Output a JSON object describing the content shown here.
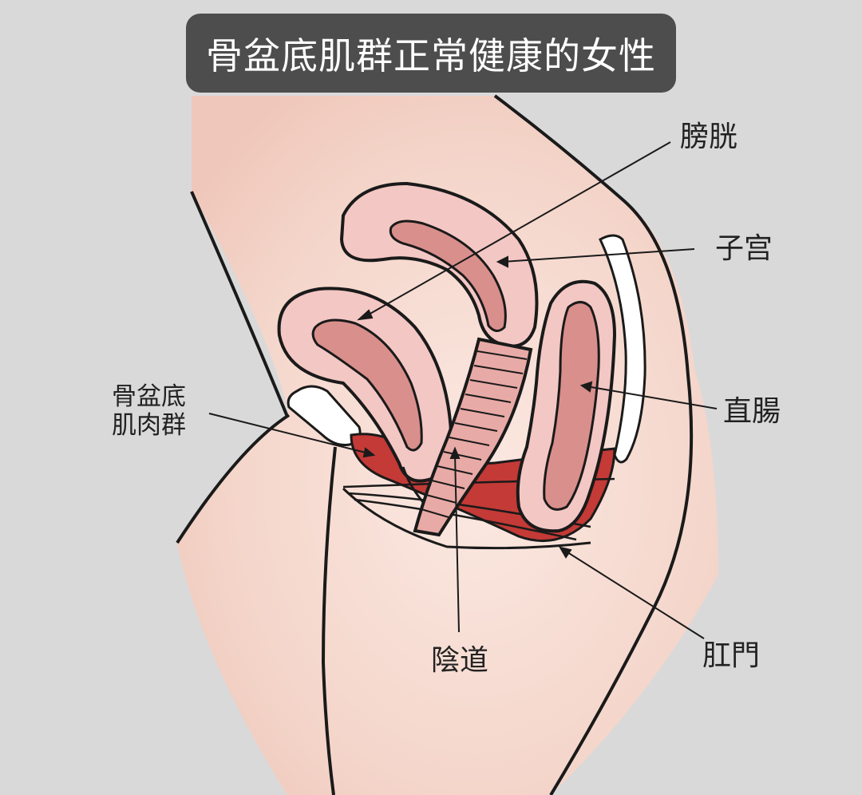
{
  "title": "骨盆底肌群正常健康的女性",
  "labels": {
    "bladder": "膀胱",
    "uterus": "子宫",
    "rectum": "直腸",
    "pelvic_floor_line1": "骨盆底",
    "pelvic_floor_line2": "肌肉群",
    "vagina": "陰道",
    "anus": "肛門"
  },
  "colors": {
    "background": "#d9d9da",
    "title_bg": "#4d4d4d",
    "skin": "#f6dfd6",
    "organ_outer": "#f3c7c4",
    "organ_inner": "#d98f8c",
    "muscle": "#c33a36",
    "outline": "#1a1a1a"
  }
}
